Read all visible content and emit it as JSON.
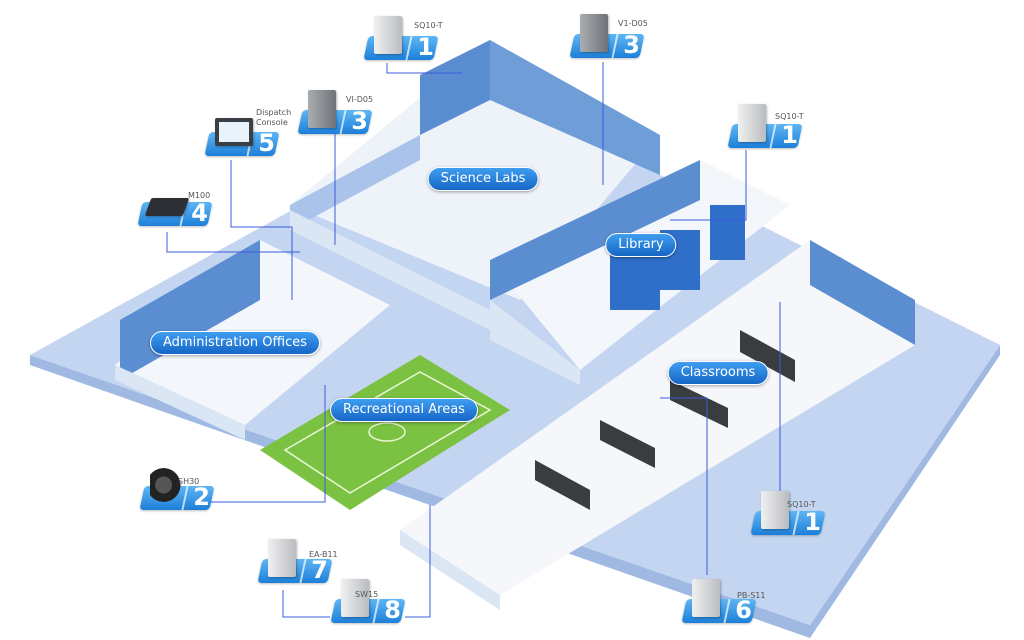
{
  "areas": {
    "science_labs": "Science Labs",
    "library": "Library",
    "administration": "Administration Offices",
    "recreational": "Recreational Areas",
    "classrooms": "Classrooms"
  },
  "devices": {
    "sq10t_top": {
      "model": "SQ10-T",
      "number": "1",
      "icon": "intercom-speaker-icon"
    },
    "v1d05": {
      "model": "V1-D05",
      "number": "3",
      "icon": "video-door-phone-icon"
    },
    "vid05": {
      "model": "VI-D05",
      "number": "3",
      "icon": "video-door-phone-icon"
    },
    "dispatch": {
      "model": "Dispatch Console",
      "number": "5",
      "icon": "monitor-icon"
    },
    "m100": {
      "model": "M100",
      "number": "4",
      "icon": "desk-microphone-icon"
    },
    "sq10t_right": {
      "model": "SQ10-T",
      "number": "1",
      "icon": "intercom-speaker-icon"
    },
    "sh30": {
      "model": "SH30",
      "number": "2",
      "icon": "horn-speaker-icon"
    },
    "eab11": {
      "model": "EA-B11",
      "number": "7",
      "icon": "emergency-button-icon"
    },
    "sw15": {
      "model": "SW15",
      "number": "8",
      "icon": "wall-speaker-icon"
    },
    "sq10t_bottom": {
      "model": "SQ10-T",
      "number": "1",
      "icon": "intercom-speaker-icon"
    },
    "pbs11": {
      "model": "PB-S11",
      "number": "6",
      "icon": "push-button-icon"
    }
  },
  "colors": {
    "accent": "#1c7fd8",
    "floor": "#c3d5f0",
    "wall": "#5b8ed0",
    "field": "#7cc242",
    "line": "#3b5bdb"
  }
}
